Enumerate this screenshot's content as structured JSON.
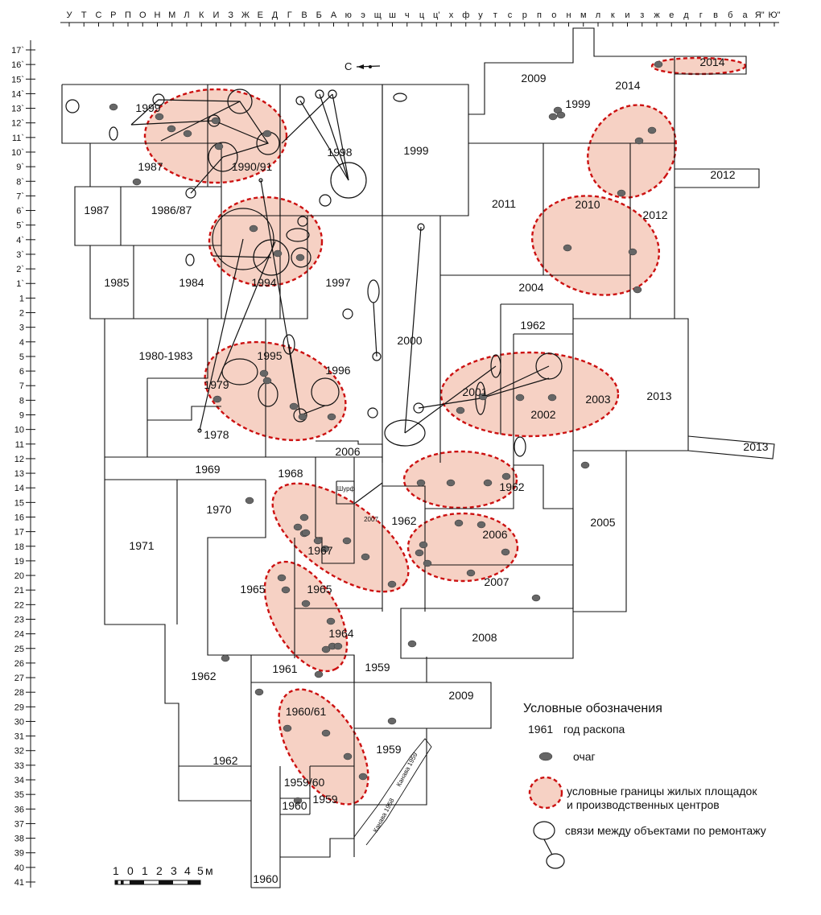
{
  "header_grid": [
    "У",
    "Т",
    "С",
    "Р",
    "П",
    "О",
    "Н",
    "М",
    "Л",
    "К",
    "И",
    "З",
    "Ж",
    "Е",
    "Д",
    "Г",
    "В",
    "Б",
    "А",
    "ю",
    "э",
    "щ",
    "ш",
    "ч",
    "ц",
    "ц'",
    "х",
    "ф",
    "у",
    "т",
    "с",
    "р",
    "п",
    "о",
    "н",
    "м",
    "л",
    "к",
    "и",
    "з",
    "ж",
    "е",
    "д",
    "г",
    "в",
    "б",
    "а",
    "Я\"",
    "Ю\""
  ],
  "side_grid": [
    "17`",
    "16`",
    "15`",
    "14`",
    "13`",
    "12`",
    "11`",
    "10`",
    "9`",
    "8`",
    "7`",
    "6`",
    "5`",
    "4`",
    "3`",
    "2`",
    "1`",
    "1",
    "2",
    "3",
    "4",
    "5",
    "6",
    "7",
    "8",
    "9",
    "10",
    "11",
    "12",
    "13",
    "14",
    "15",
    "16",
    "17",
    "18",
    "19",
    "20",
    "21",
    "22",
    "23",
    "24",
    "25",
    "26",
    "27",
    "28",
    "29",
    "30",
    "31",
    "32",
    "33",
    "34",
    "35",
    "36",
    "37",
    "38",
    "39",
    "40",
    "41"
  ],
  "north_arrow": "С",
  "excavation_years": [
    "1999",
    "1987",
    "1990/91",
    "1998",
    "1999",
    "2009",
    "1999",
    "2014",
    "2014",
    "2012",
    "1987",
    "1986/87",
    "2011",
    "2010",
    "2012",
    "1985",
    "1984",
    "1994",
    "1997",
    "2004",
    "1962",
    "1980-1983",
    "1995",
    "2000",
    "1996",
    "1979",
    "2001",
    "2002",
    "2003",
    "2013",
    "1978",
    "2006",
    "2013",
    "1969",
    "1968",
    "1962",
    "Шурф",
    "2007",
    "1970",
    "1962",
    "2005",
    "1971",
    "1967",
    "2006",
    "2007",
    "1965",
    "1965",
    "1964",
    "2008",
    "1962",
    "1961",
    "1959",
    "2009",
    "1960/61",
    "1959",
    "1962",
    "1959/60",
    "1959",
    "1960",
    "1960"
  ],
  "slanted_labels": [
    "Канава 1959",
    "Канава 1958"
  ],
  "scale": {
    "ticks": [
      "1",
      "0",
      "1",
      "2",
      "3",
      "4",
      "5"
    ],
    "unit": "м"
  },
  "legend": {
    "title": "Условные обозначения",
    "year_example": "1961",
    "year_text": "год раскопа",
    "hearth_text": "очаг",
    "area_text_1": "условные границы жилых площадок",
    "area_text_2": "и производственных центров",
    "refit_text": "связи между объектами по ремонтажу"
  },
  "colors": {
    "area_fill": "#f4c5b5",
    "area_border": "#cc1111",
    "hearth": "#666666"
  }
}
